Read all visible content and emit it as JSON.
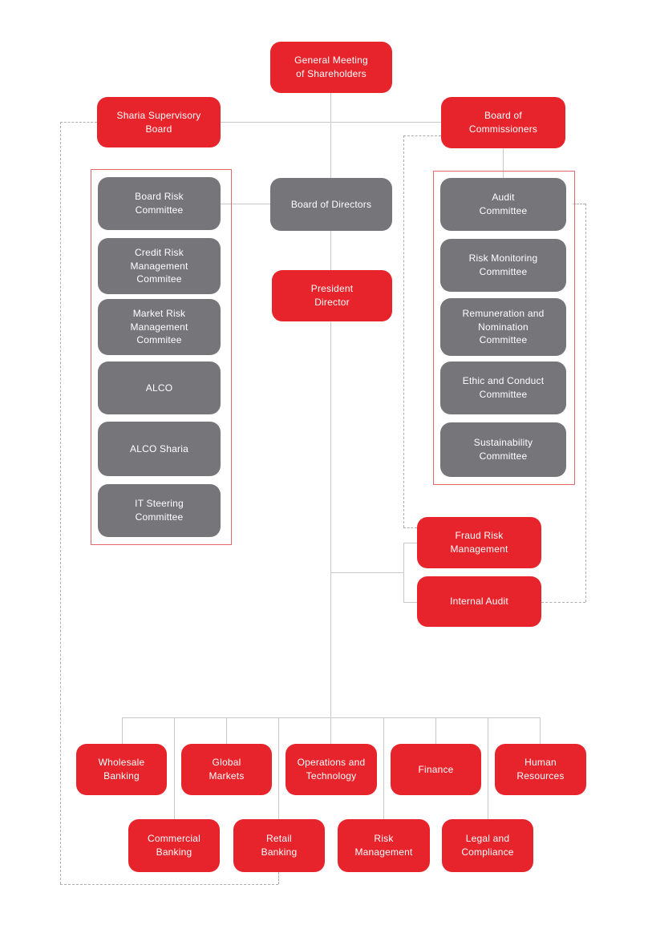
{
  "palette": {
    "red": "#e7232b",
    "gray": "#76757a",
    "white_text": "#ffffff",
    "solid_line": "#c8c8ca",
    "dashed_line": "#adadaf",
    "group_border": "#e2666b"
  },
  "boxes": {
    "gms": {
      "label": "General Meeting\nof Shareholders"
    },
    "sharia_supervisory_board": {
      "label": "Sharia Supervisory\nBoard"
    },
    "board_of_commissioners": {
      "label": "Board of\nCommissioners"
    },
    "board_of_directors": {
      "label": "Board of Directors"
    },
    "president_director": {
      "label": "President\nDirector"
    },
    "fraud_risk_management": {
      "label": "Fraud Risk\nManagement"
    },
    "internal_audit": {
      "label": "Internal Audit"
    }
  },
  "left_committees": [
    "Board Risk\nCommittee",
    "Credit Risk\nManagement\nCommitee",
    "Market Risk\nManagement\nCommitee",
    "ALCO",
    "ALCO Sharia",
    "IT Steering\nCommittee"
  ],
  "right_committees": [
    "Audit\nCommittee",
    "Risk Monitoring\nCommittee",
    "Remuneration and\nNomination\nCommittee",
    "Ethic and Conduct\nCommittee",
    "Sustainability\nCommittee"
  ],
  "directorates_row1": [
    "Wholesale\nBanking",
    "Global\nMarkets",
    "Operations and\nTechnology",
    "Finance",
    "Human\nResources"
  ],
  "directorates_row2": [
    "Commercial\nBanking",
    "Retail\nBanking",
    "Risk\nManagement",
    "Legal and\nCompliance"
  ]
}
